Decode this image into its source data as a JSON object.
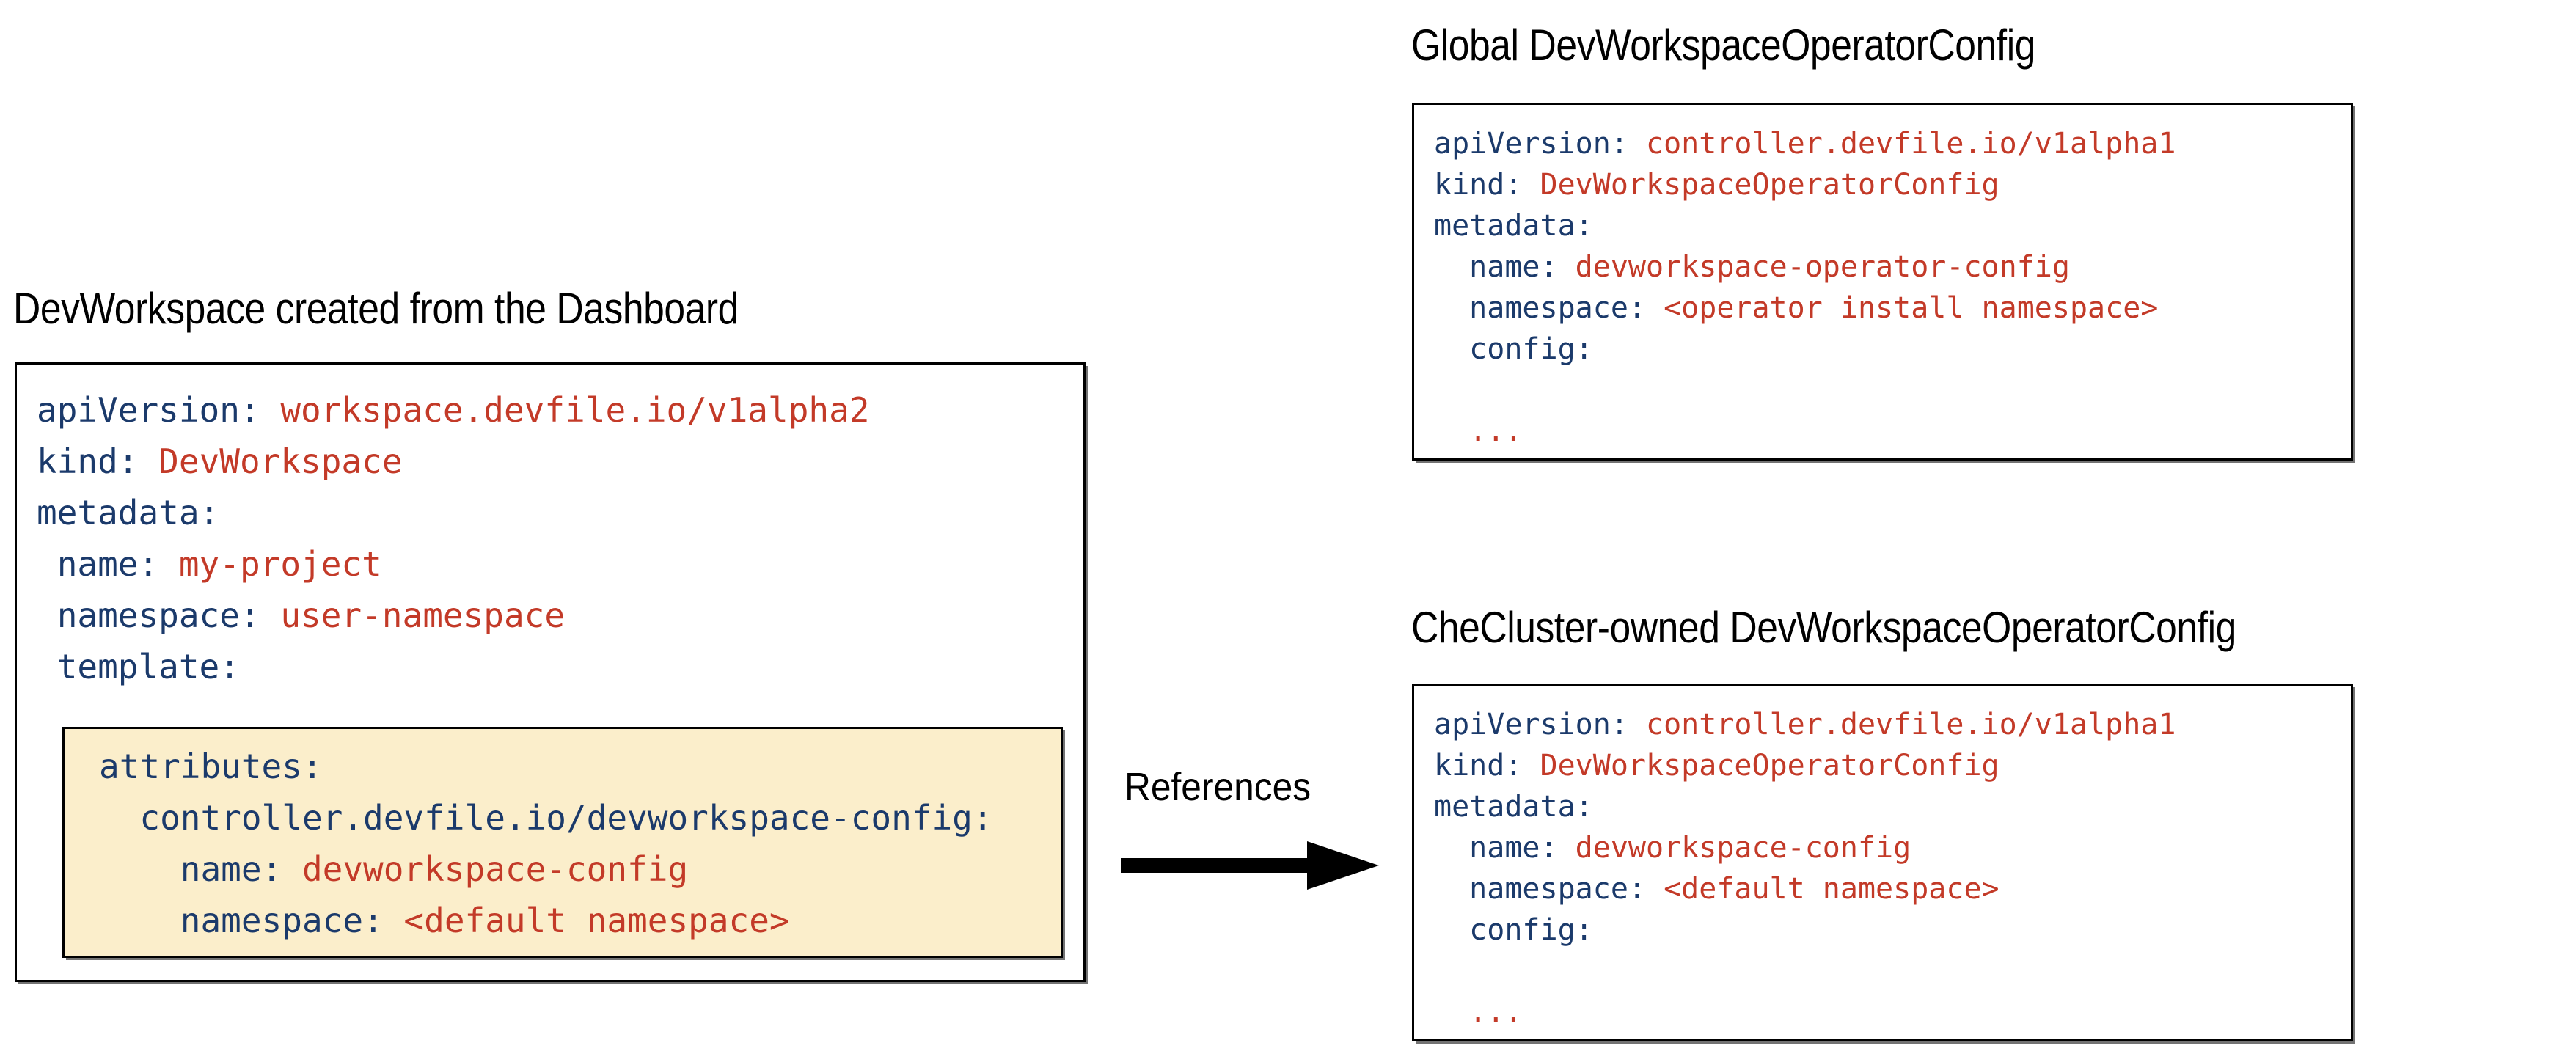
{
  "diagram": {
    "kind": "relationship-diagram",
    "colors": {
      "key": "#1b3a6b",
      "value": "#c33a28",
      "highlight_background": "#fbeecb",
      "border": "#000000",
      "background": "#ffffff"
    }
  },
  "left_panel": {
    "title": "DevWorkspace created from the Dashboard",
    "code": [
      {
        "key": "apiVersion:",
        "value": " workspace.devfile.io/v1alpha2"
      },
      {
        "key": "kind:",
        "value": " DevWorkspace"
      },
      {
        "key": "metadata:",
        "value": ""
      },
      {
        "key": " name:",
        "value": " my-project"
      },
      {
        "key": " namespace:",
        "value": " user-namespace"
      },
      {
        "key": " template:",
        "value": ""
      }
    ],
    "highlight": {
      "code": [
        {
          "key": "attributes:",
          "value": ""
        },
        {
          "key": "  controller.devfile.io/devworkspace-config:",
          "value": ""
        },
        {
          "key": "    name:",
          "value": " devworkspace-config"
        },
        {
          "key": "    namespace:",
          "value": " <default namespace>"
        }
      ]
    }
  },
  "connector": {
    "label": "References",
    "icon": "arrow-right-icon"
  },
  "global_panel": {
    "title": "Global DevWorkspaceOperatorConfig",
    "code": [
      {
        "key": "apiVersion:",
        "value": " controller.devfile.io/v1alpha1"
      },
      {
        "key": "kind:",
        "value": " DevWorkspaceOperatorConfig"
      },
      {
        "key": "metadata:",
        "value": ""
      },
      {
        "key": "  name:",
        "value": " devworkspace-operator-config"
      },
      {
        "key": "  namespace:",
        "value": " <operator install namespace>"
      },
      {
        "key": "  config:",
        "value": ""
      },
      {
        "key": "",
        "value": ""
      },
      {
        "key": "  ",
        "value": "..."
      }
    ]
  },
  "checluster_panel": {
    "title": "CheCluster-owned DevWorkspaceOperatorConfig",
    "code": [
      {
        "key": "apiVersion:",
        "value": " controller.devfile.io/v1alpha1"
      },
      {
        "key": "kind:",
        "value": " DevWorkspaceOperatorConfig"
      },
      {
        "key": "metadata:",
        "value": ""
      },
      {
        "key": "  name:",
        "value": " devworkspace-config"
      },
      {
        "key": "  namespace:",
        "value": " <default namespace>"
      },
      {
        "key": "  config:",
        "value": ""
      },
      {
        "key": "",
        "value": ""
      },
      {
        "key": "  ",
        "value": "..."
      }
    ]
  }
}
